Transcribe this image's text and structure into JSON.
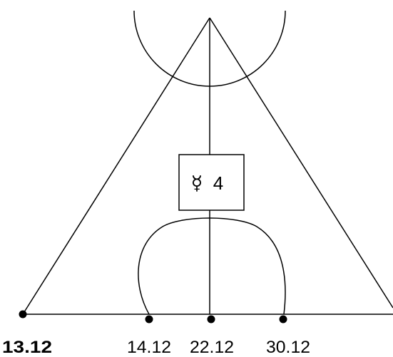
{
  "diagram": {
    "planet": {
      "glyph": "☿",
      "number": "4"
    },
    "dates": [
      {
        "label": "13.12",
        "bold": true
      },
      {
        "label": "14.12",
        "bold": false
      },
      {
        "label": "22.12",
        "bold": false
      },
      {
        "label": "30.12",
        "bold": false
      }
    ]
  }
}
